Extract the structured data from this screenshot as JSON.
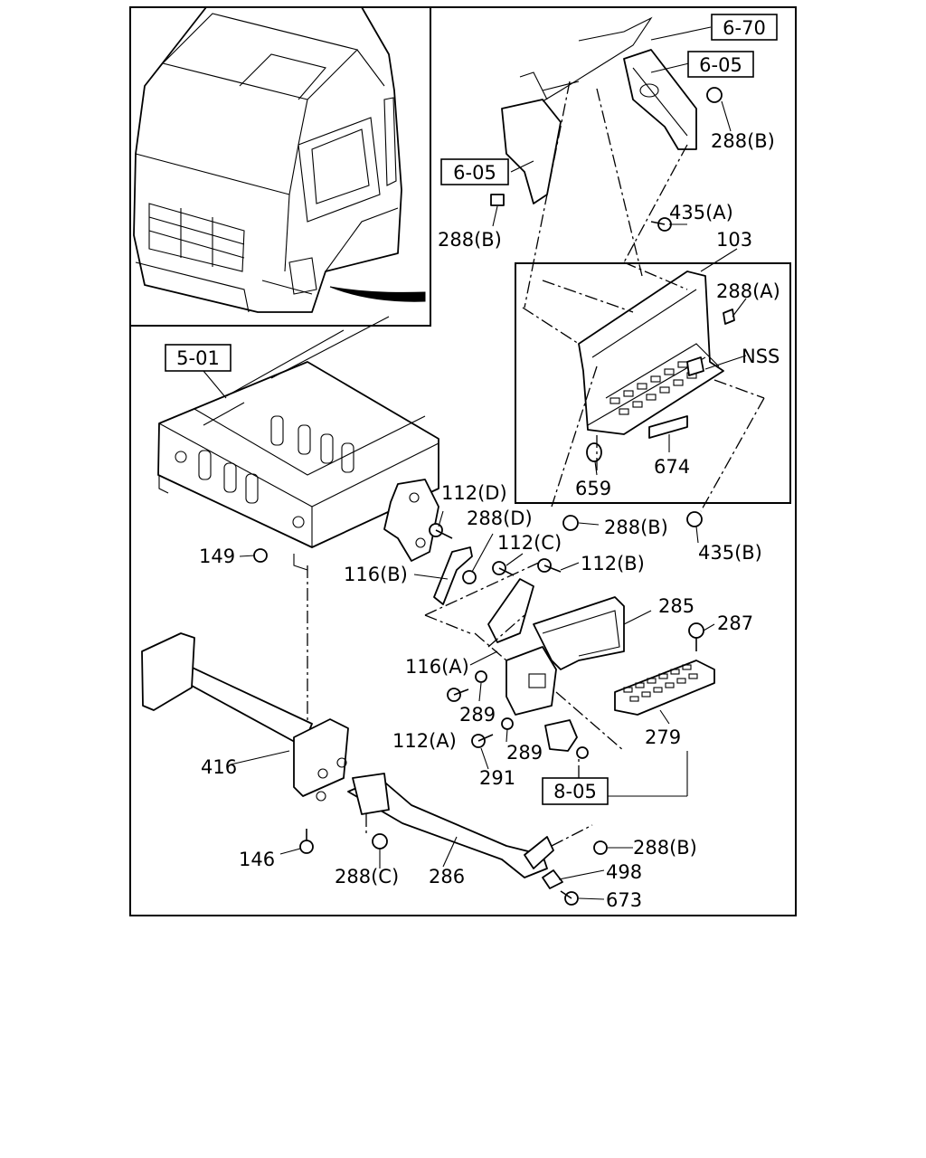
{
  "diagram": {
    "refs": {
      "r670": "6-70",
      "r605a": "6-05",
      "r605b": "6-05",
      "r501": "5-01",
      "r805": "8-05"
    },
    "labels": {
      "l288b_top": "288(B)",
      "l288b_left": "288(B)",
      "l435a": "435(A)",
      "l103": "103",
      "l288a": "288(A)",
      "lnss": "NSS",
      "l674": "674",
      "l659": "659",
      "l288b_mid": "288(B)",
      "l435b": "435(B)",
      "l112d": "112(D)",
      "l288d": "288(D)",
      "l112c": "112(C)",
      "l112b": "112(B)",
      "l149": "149",
      "l116b": "116(B)",
      "l285": "285",
      "l287": "287",
      "l116a": "116(A)",
      "l289a": "289",
      "l112a": "112(A)",
      "l289b": "289",
      "l279": "279",
      "l291": "291",
      "l416": "416",
      "l146": "146",
      "l288c": "288(C)",
      "l286": "286",
      "l288b_bot": "288(B)",
      "l498": "498",
      "l673": "673"
    }
  }
}
